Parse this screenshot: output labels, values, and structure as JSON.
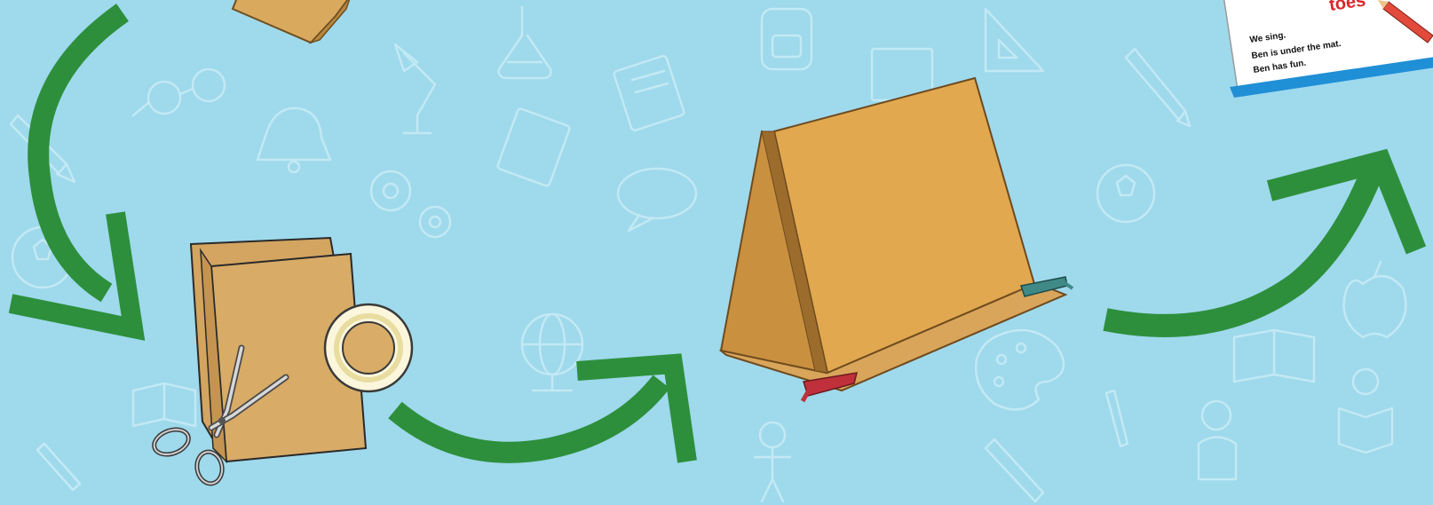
{
  "colors": {
    "background": "#9fd9ec",
    "doodle": "#c9ecf6",
    "arrow": "#2d8f3c",
    "cardboard": "#d9a95e",
    "cardboard_dark": "#a87a35",
    "tape": "#f4ecc6",
    "clip_red": "#c0303a",
    "clip_teal": "#3f8a86",
    "book_border": "#1f8fd6",
    "book_title": "#d8262b"
  },
  "icons": {
    "scissors": "scissors-icon",
    "tape": "tape-roll-icon",
    "arrow": "curved-arrow-icon"
  },
  "steps": [
    {
      "name": "cardboard-folded-step"
    },
    {
      "name": "cardboard-scissors-tape-step"
    },
    {
      "name": "cardboard-easel-step"
    },
    {
      "name": "finished-book-step"
    }
  ],
  "book": {
    "title_fragment": "toes",
    "lines": [
      "We sing.",
      "Ben is under the mat.",
      "Ben has fun."
    ]
  }
}
